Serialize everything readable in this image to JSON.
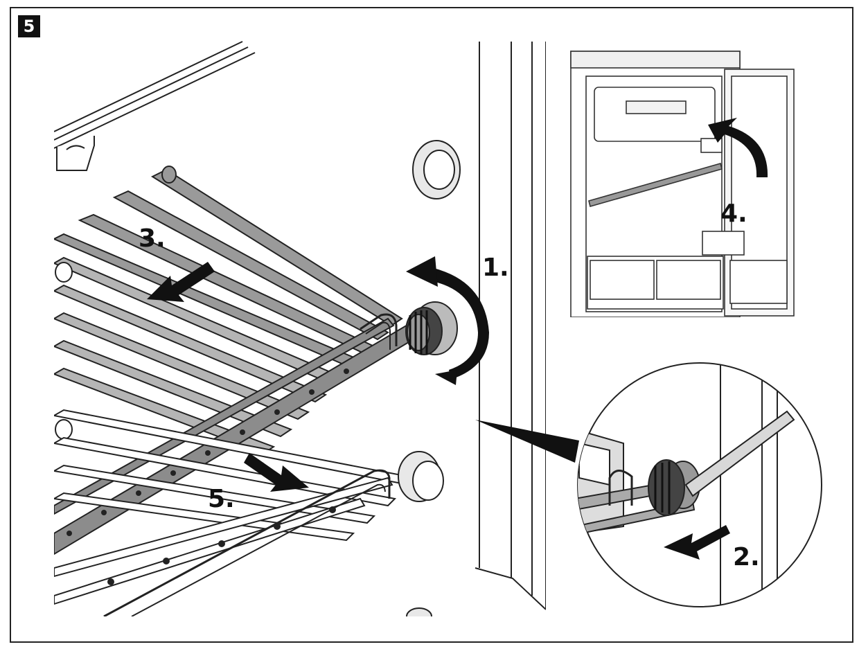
{
  "step_number": "5",
  "labels": {
    "step1": "1.",
    "step2": "2.",
    "step3": "3.",
    "step4": "4.",
    "step5": "5."
  },
  "colors": {
    "line": "#222222",
    "wire_fill": "#8c8c8c",
    "arrow": "#111111",
    "background": "#ffffff"
  }
}
